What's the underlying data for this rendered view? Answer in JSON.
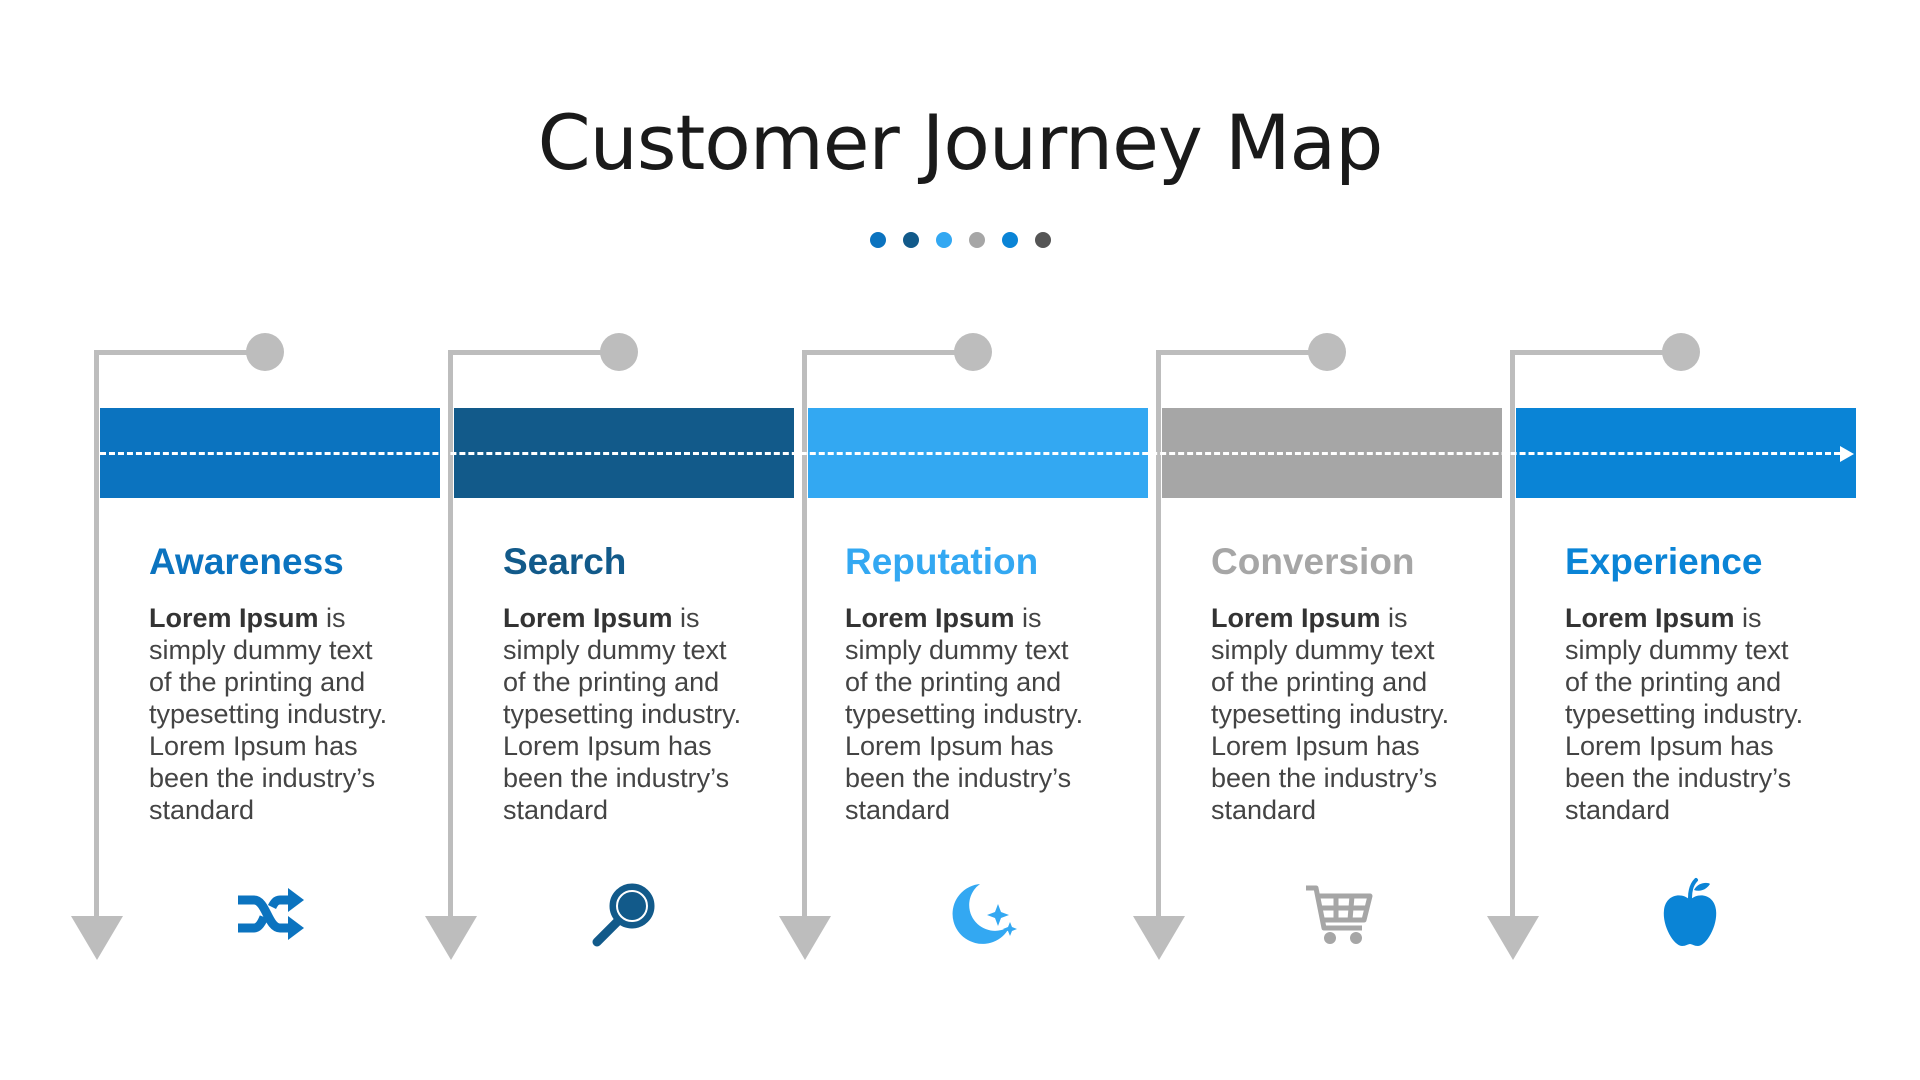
{
  "title": "Customer Journey Map",
  "colors": {
    "awareness": "#0B73BF",
    "search": "#125A8A",
    "reputation": "#33A8F2",
    "conversion": "#A6A6A6",
    "experience": "#0A84D6",
    "connector": "#BDBDBD",
    "dot_dark": "#555555"
  },
  "dots": [
    "#0B73BF",
    "#125A8A",
    "#33A8F2",
    "#A6A6A6",
    "#0A84D6",
    "#555555"
  ],
  "stages": [
    {
      "title": "Awareness",
      "body_bold": "Lorem Ipsum",
      "body_rest": " is simply dummy text of the printing and typesetting industry. Lorem Ipsum has been the industry’s standard",
      "icon": "shuffle-icon"
    },
    {
      "title": "Search",
      "body_bold": "Lorem Ipsum",
      "body_rest": " is simply dummy text of the printing and typesetting industry. Lorem Ipsum has been the industry’s standard",
      "icon": "magnifier-icon"
    },
    {
      "title": "Reputation",
      "body_bold": "Lorem Ipsum",
      "body_rest": " is simply dummy text of the printing and typesetting industry. Lorem Ipsum has been the industry’s standard",
      "icon": "moon-stars-icon"
    },
    {
      "title": "Conversion",
      "body_bold": "Lorem Ipsum",
      "body_rest": " is simply dummy text of the printing and typesetting industry. Lorem Ipsum has been the industry’s standard",
      "icon": "shopping-cart-icon"
    },
    {
      "title": "Experience",
      "body_bold": "Lorem Ipsum",
      "body_rest": " is simply dummy text of the printing and typesetting industry. Lorem Ipsum has been the industry’s standard",
      "icon": "apple-icon"
    }
  ]
}
